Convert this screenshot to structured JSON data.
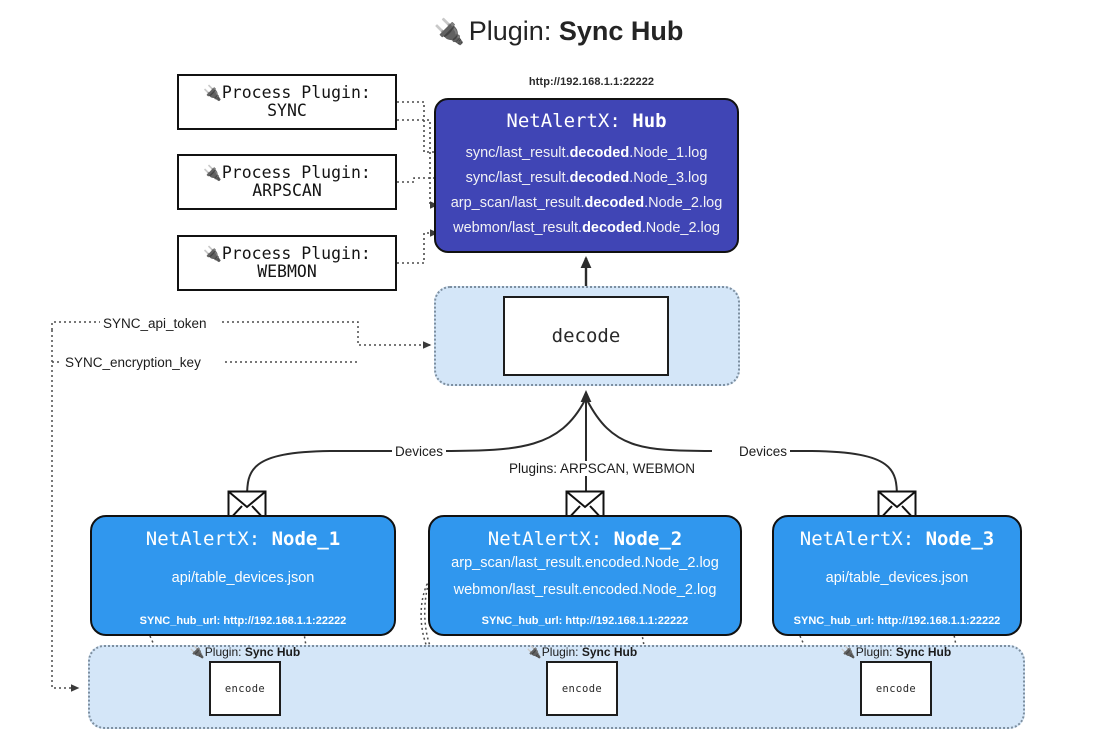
{
  "title": {
    "icon": "plug-icon",
    "prefix": "Plugin:",
    "name": "Sync Hub"
  },
  "process_plugins": [
    {
      "icon": "plug-icon",
      "line1": "Process Plugin:",
      "line2": "SYNC"
    },
    {
      "icon": "plug-icon",
      "line1": "Process Plugin:",
      "line2": "ARPSCAN"
    },
    {
      "icon": "plug-icon",
      "line1": "Process Plugin:",
      "line2": "WEBMON"
    }
  ],
  "hub": {
    "url": "http://192.168.1.1:22222",
    "title_prefix": "NetAlertX:",
    "title_name": "Hub",
    "color": "#4045b5",
    "lines": [
      {
        "pre": "sync/last_result.",
        "mid": "decoded",
        "post": ".Node_1.log"
      },
      {
        "pre": "sync/last_result.",
        "mid": "decoded",
        "post": ".Node_3.log"
      },
      {
        "pre": "arp_scan/last_result.",
        "mid": "decoded",
        "post": ".Node_2.log"
      },
      {
        "pre": "webmon/last_result.",
        "mid": "decoded",
        "post": ".Node_2.log"
      }
    ]
  },
  "decode": {
    "label": "decode",
    "band_color": "#d4e6f8"
  },
  "wire_labels": {
    "api_token": "SYNC_api_token",
    "encryption_key": "SYNC_encryption_key",
    "devices_left": "Devices",
    "devices_right": "Devices",
    "plugins_center": "Plugins: ARPSCAN, WEBMON"
  },
  "nodes": [
    {
      "title_prefix": "NetAlertX:",
      "title_name": "Node_1",
      "lines": [
        "api/table_devices.json"
      ],
      "footer": "SYNC_hub_url: http://192.168.1.1:22222",
      "color": "#3097ee"
    },
    {
      "title_prefix": "NetAlertX:",
      "title_name": "Node_2",
      "lines": [
        "arp_scan/last_result.encoded.Node_2.log",
        "webmon/last_result.encoded.Node_2.log"
      ],
      "footer": "SYNC_hub_url: http://192.168.1.1:22222",
      "color": "#3097ee"
    },
    {
      "title_prefix": "NetAlertX:",
      "title_name": "Node_3",
      "lines": [
        "api/table_devices.json"
      ],
      "footer": "SYNC_hub_url: http://192.168.1.1:22222",
      "color": "#3097ee"
    }
  ],
  "encoders": [
    {
      "tag_icon": "plug-icon",
      "tag_prefix": "Plugin:",
      "tag_name": "Sync Hub",
      "label": "encode"
    },
    {
      "tag_icon": "plug-icon",
      "tag_prefix": "Plugin:",
      "tag_name": "Sync Hub",
      "label": "encode"
    },
    {
      "tag_icon": "plug-icon",
      "tag_prefix": "Plugin:",
      "tag_name": "Sync Hub",
      "label": "encode"
    }
  ]
}
